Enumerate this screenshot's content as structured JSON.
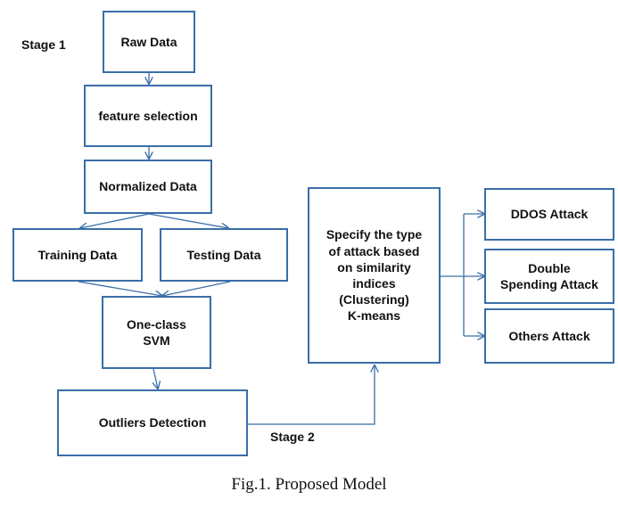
{
  "diagram": {
    "stage1_label": "Stage 1",
    "stage2_label": "Stage 2",
    "nodes": {
      "raw_data": "Raw Data",
      "feature_selection": "feature selection",
      "normalized_data": "Normalized Data",
      "training_data": "Training  Data",
      "testing_data": "Testing Data",
      "one_class_svm": "One-class\nSVM",
      "outliers_detection": "Outliers Detection",
      "attack_type": "Specify the type\nof attack based\non similarity\nindices\n(Clustering)\nK-means",
      "ddos_attack": "DDOS Attack",
      "double_spending_attack": "Double\nSpending Attack",
      "others_attack": "Others Attack"
    },
    "line_color": "#3a6ea8"
  },
  "caption": "Fig.1.  Proposed Model"
}
